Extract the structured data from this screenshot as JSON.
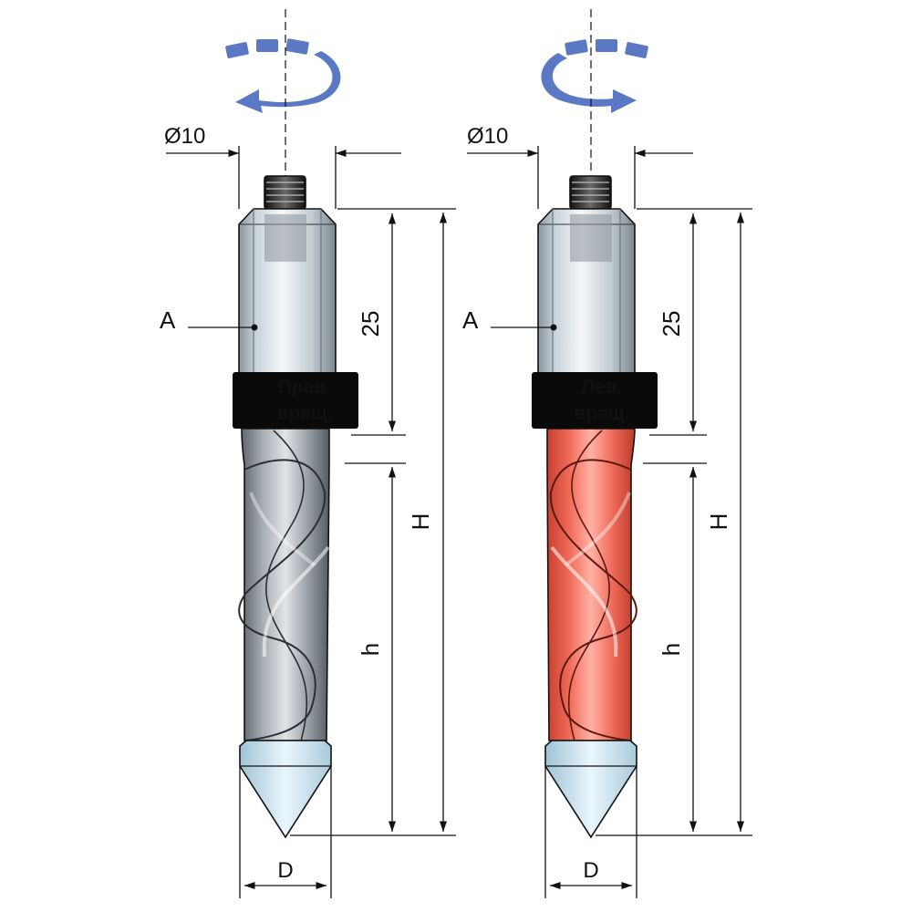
{
  "drills": [
    {
      "id": "right",
      "diameter_label": "Ø10",
      "reference_label": "A",
      "shank_length_label": "25",
      "total_length_label": "H",
      "working_length_label": "h",
      "drill_diameter_label": "D",
      "band_line1": "Прав.",
      "band_line2": "вращ.",
      "rotation": "clockwise",
      "body_color": "#9aa3a8"
    },
    {
      "id": "left",
      "diameter_label": "Ø10",
      "reference_label": "A",
      "shank_length_label": "25",
      "total_length_label": "H",
      "working_length_label": "h",
      "drill_diameter_label": "D",
      "band_line1": "Лев.",
      "band_line2": "вращ.",
      "rotation": "counterclockwise",
      "body_color": "#ee6f5f"
    }
  ],
  "colors": {
    "arrow": "#5b78c4",
    "band": "#0a0a0a",
    "shank": "#c8d3db",
    "tip": "#cfe6f2"
  }
}
